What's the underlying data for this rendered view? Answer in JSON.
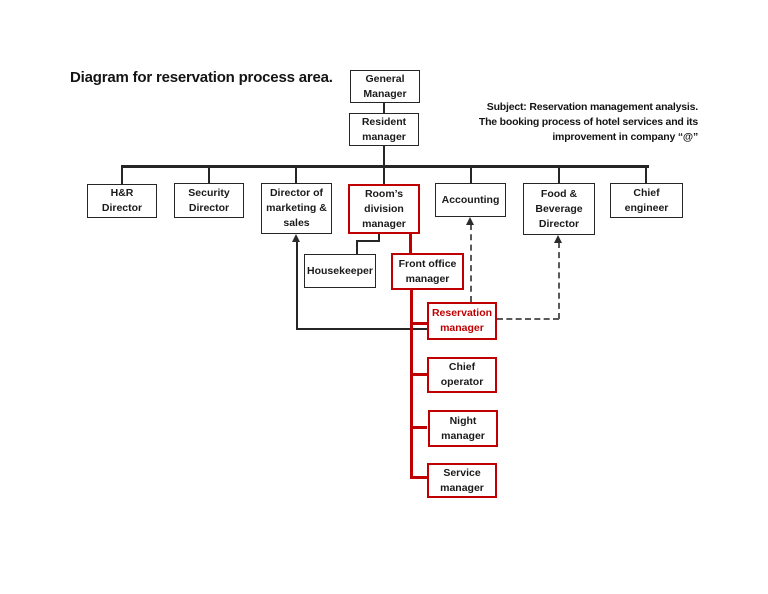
{
  "title": "Diagram for reservation process area.",
  "subject": "Subject: Reservation management analysis.\nThe booking process of hotel services and its\nimprovement in company “@”",
  "colors": {
    "accent_red": "#c00000",
    "line_black": "#262626",
    "dash_gray": "#595959",
    "page_background": "#ffffff"
  },
  "nodes": {
    "general_manager": {
      "label": "General\nManager",
      "highlight": false
    },
    "resident_manager": {
      "label": "Resident\nmanager",
      "highlight": false
    },
    "hr_director": {
      "label": "H&R\nDirector",
      "highlight": false
    },
    "security_director": {
      "label": "Security\nDirector",
      "highlight": false
    },
    "marketing_director": {
      "label": "Director of\nmarketing &\nsales",
      "highlight": false
    },
    "rooms_division_manager": {
      "label": "Room’s\ndivision\nmanager",
      "highlight": true
    },
    "accounting": {
      "label": "Accounting",
      "highlight": false
    },
    "food_beverage_director": {
      "label": "Food &\nBeverage\nDirector",
      "highlight": false
    },
    "chief_engineer": {
      "label": "Chief\nengineer",
      "highlight": false
    },
    "housekeeper": {
      "label": "Housekeeper",
      "highlight": false
    },
    "front_office_manager": {
      "label": "Front office\nmanager",
      "highlight": true
    },
    "reservation_manager": {
      "label": "Reservation\nmanager",
      "highlight": true
    },
    "chief_operator": {
      "label": "Chief\noperator",
      "highlight": true
    },
    "night_manager": {
      "label": "Night\nmanager",
      "highlight": true
    },
    "service_manager": {
      "label": "Service\nmanager",
      "highlight": true
    }
  },
  "edges": [
    {
      "from": "general_manager",
      "to": "resident_manager",
      "style": "solid-black"
    },
    {
      "from": "resident_manager",
      "to": "hr_director",
      "style": "solid-black"
    },
    {
      "from": "resident_manager",
      "to": "security_director",
      "style": "solid-black"
    },
    {
      "from": "resident_manager",
      "to": "marketing_director",
      "style": "solid-black"
    },
    {
      "from": "resident_manager",
      "to": "rooms_division_manager",
      "style": "solid-black"
    },
    {
      "from": "resident_manager",
      "to": "accounting",
      "style": "solid-black"
    },
    {
      "from": "resident_manager",
      "to": "food_beverage_director",
      "style": "solid-black"
    },
    {
      "from": "resident_manager",
      "to": "chief_engineer",
      "style": "solid-black"
    },
    {
      "from": "rooms_division_manager",
      "to": "housekeeper",
      "style": "solid-black"
    },
    {
      "from": "rooms_division_manager",
      "to": "front_office_manager",
      "style": "solid-red"
    },
    {
      "from": "front_office_manager",
      "to": "reservation_manager",
      "style": "solid-red"
    },
    {
      "from": "front_office_manager",
      "to": "chief_operator",
      "style": "solid-red"
    },
    {
      "from": "front_office_manager",
      "to": "night_manager",
      "style": "solid-red"
    },
    {
      "from": "front_office_manager",
      "to": "service_manager",
      "style": "solid-red"
    },
    {
      "from": "reservation_manager",
      "to": "marketing_director",
      "style": "solid-black-arrow"
    },
    {
      "from": "reservation_manager",
      "to": "accounting",
      "style": "dashed-arrow"
    },
    {
      "from": "reservation_manager",
      "to": "food_beverage_director",
      "style": "dashed-arrow"
    }
  ]
}
